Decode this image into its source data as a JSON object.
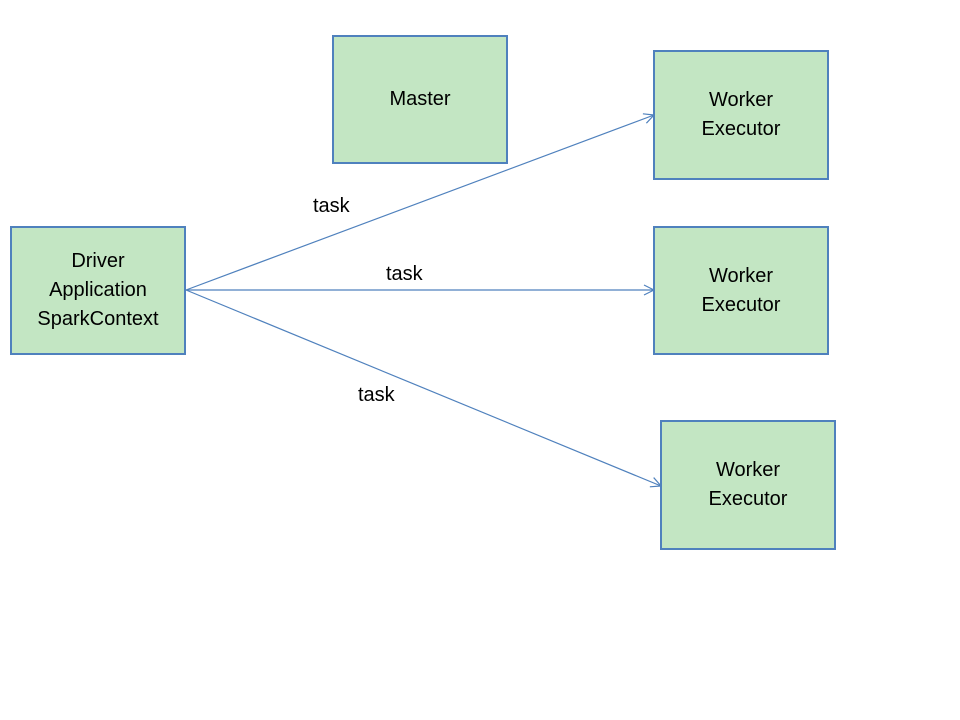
{
  "colors": {
    "node_fill": "#c3e6c3",
    "node_border": "#4f81bd",
    "edge": "#4f81bd",
    "text": "#000000"
  },
  "nodes": {
    "driver": {
      "lines": [
        "Driver",
        "Application",
        "SparkContext"
      ]
    },
    "master": {
      "lines": [
        "Master"
      ]
    },
    "worker1": {
      "lines": [
        "Worker",
        "Executor"
      ]
    },
    "worker2": {
      "lines": [
        "Worker",
        "Executor"
      ]
    },
    "worker3": {
      "lines": [
        "Worker",
        "Executor"
      ]
    }
  },
  "edges": [
    {
      "from": "driver",
      "to": "worker1",
      "label": "task"
    },
    {
      "from": "driver",
      "to": "worker2",
      "label": "task"
    },
    {
      "from": "driver",
      "to": "worker3",
      "label": "task"
    }
  ]
}
